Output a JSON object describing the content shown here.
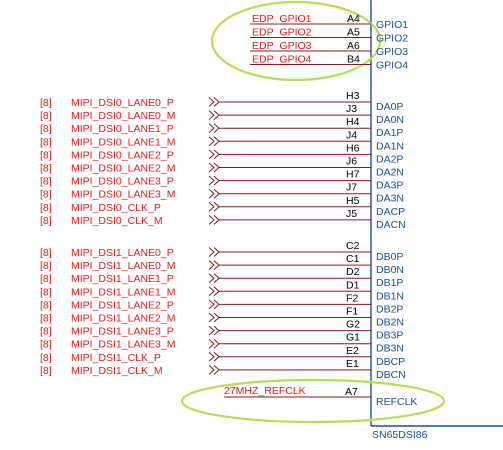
{
  "colors": {
    "wire": "#8b1a1a",
    "net_label": "#e0201c",
    "chip_outline": "#1a4f9c",
    "highlight": "#b7dd5a"
  },
  "part_name": "SN65DSI86",
  "gpio_pins": [
    {
      "net": "EDP_GPIO1",
      "pin": "A4",
      "port": "GPIO1"
    },
    {
      "net": "EDP_GPIO2",
      "pin": "A5",
      "port": "GPIO2"
    },
    {
      "net": "EDP_GPIO3",
      "pin": "A6",
      "port": "GPIO3"
    },
    {
      "net": "EDP_GPIO4",
      "pin": "B4",
      "port": "GPIO4"
    }
  ],
  "dsi0_pins": [
    {
      "ref": "[8]",
      "net": "MIPI_DSI0_LANE0_P",
      "pin": "H3",
      "port": "DA0P"
    },
    {
      "ref": "[8]",
      "net": "MIPI_DSI0_LANE0_M",
      "pin": "J3",
      "port": "DA0N"
    },
    {
      "ref": "[8]",
      "net": "MIPI_DSI0_LANE1_P",
      "pin": "H4",
      "port": "DA1P"
    },
    {
      "ref": "[8]",
      "net": "MIPI_DSI0_LANE1_M",
      "pin": "J4",
      "port": "DA1N"
    },
    {
      "ref": "[8]",
      "net": "MIPI_DSI0_LANE2_P",
      "pin": "H6",
      "port": "DA2P"
    },
    {
      "ref": "[8]",
      "net": "MIPI_DSI0_LANE2_M",
      "pin": "J6",
      "port": "DA2N"
    },
    {
      "ref": "[8]",
      "net": "MIPI_DSI0_LANE3_P",
      "pin": "H7",
      "port": "DA3P"
    },
    {
      "ref": "[8]",
      "net": "MIPI_DSI0_LANE3_M",
      "pin": "J7",
      "port": "DA3N"
    },
    {
      "ref": "[8]",
      "net": "MIPI_DSI0_CLK_P",
      "pin": "H5",
      "port": "DACP"
    },
    {
      "ref": "[8]",
      "net": "MIPI_DSI0_CLK_M",
      "pin": "J5",
      "port": "DACN"
    }
  ],
  "dsi1_pins": [
    {
      "ref": "[8]",
      "net": "MIPI_DSI1_LANE0_P",
      "pin": "C2",
      "port": "DB0P"
    },
    {
      "ref": "[8]",
      "net": "MIPI_DSI1_LANE0_M",
      "pin": "C1",
      "port": "DB0N"
    },
    {
      "ref": "[8]",
      "net": "MIPI_DSI1_LANE1_P",
      "pin": "D2",
      "port": "DB1P"
    },
    {
      "ref": "[8]",
      "net": "MIPI_DSI1_LANE1_M",
      "pin": "D1",
      "port": "DB1N"
    },
    {
      "ref": "[8]",
      "net": "MIPI_DSI1_LANE2_P",
      "pin": "F2",
      "port": "DB2P"
    },
    {
      "ref": "[8]",
      "net": "MIPI_DSI1_LANE2_M",
      "pin": "F1",
      "port": "DB2N"
    },
    {
      "ref": "[8]",
      "net": "MIPI_DSI1_LANE3_P",
      "pin": "G2",
      "port": "DB3P"
    },
    {
      "ref": "[8]",
      "net": "MIPI_DSI1_LANE3_M",
      "pin": "G1",
      "port": "DB3N"
    },
    {
      "ref": "[8]",
      "net": "MIPI_DSI1_CLK_P",
      "pin": "E2",
      "port": "DBCP"
    },
    {
      "ref": "[8]",
      "net": "MIPI_DSI1_CLK_M",
      "pin": "E1",
      "port": "DBCN"
    }
  ],
  "refclk_pin": {
    "net": "27MHZ_REFCLK",
    "pin": "A7",
    "port": "REFCLK"
  }
}
